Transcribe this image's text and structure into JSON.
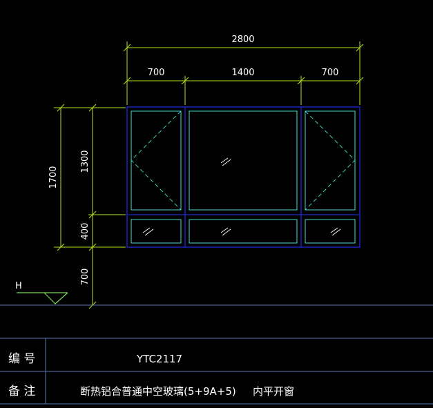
{
  "dimensions": {
    "overall_width": "2800",
    "left_width": "700",
    "center_width": "1400",
    "right_width": "700",
    "overall_height": "1700",
    "upper_height": "1300",
    "lower_height": "400",
    "sill_height": "700"
  },
  "level_marker": {
    "label": "H"
  },
  "table": {
    "row1_label": "编 号",
    "row1_value": "YTC2117",
    "row2_label": "备 注",
    "row2_value": "断热铝合普通中空玻璃(5+9A+5)",
    "row2_extra": "内平开窗"
  },
  "colors": {
    "background": "#000000",
    "dimension_lines": "#b5e61d",
    "frame": "#1e2ad8",
    "sash": "#3fe0d0",
    "text": "#ffffff",
    "table_lines": "#5a78b0"
  }
}
